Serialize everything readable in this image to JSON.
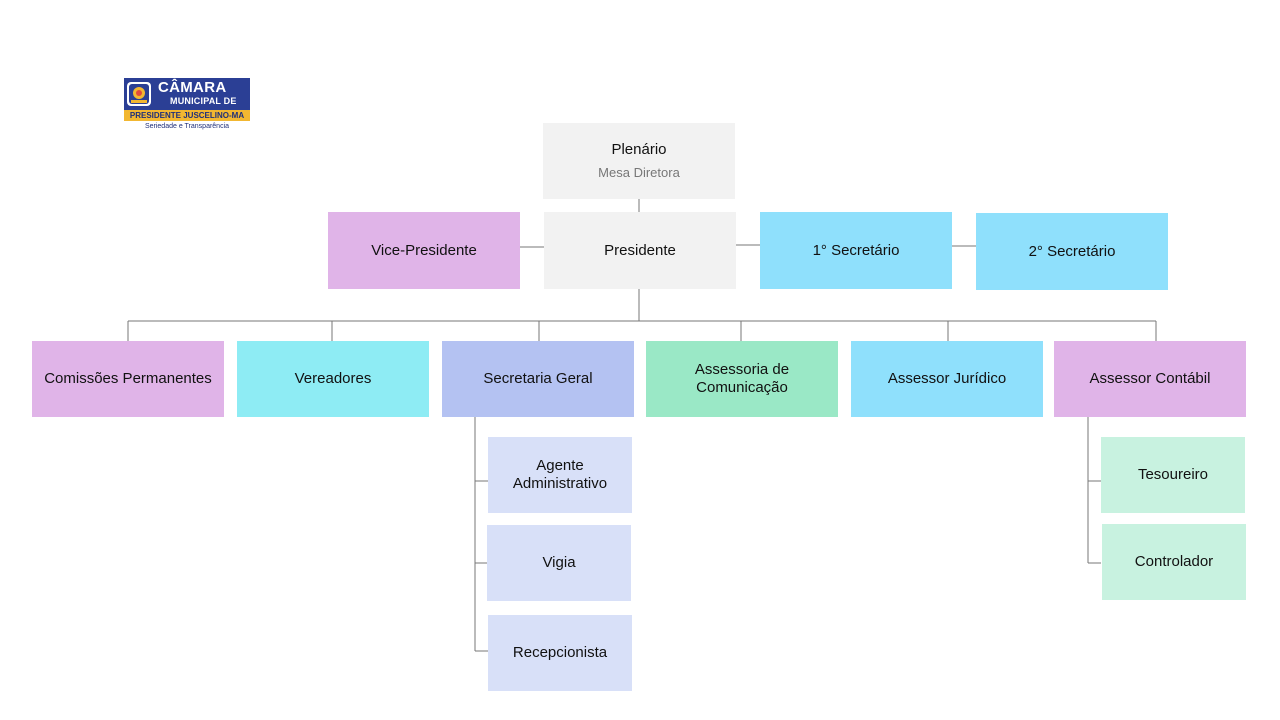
{
  "logo": {
    "line1": "CÂMARA",
    "line2": "MUNICIPAL DE",
    "band": "PRESIDENTE JUSCELINO-MA",
    "slogan": "Seriedade e Transparência",
    "colors": {
      "primary": "#2b3f95",
      "accent": "#f2b731"
    }
  },
  "nodes": {
    "plenario": {
      "label": "Plenário",
      "sub": "Mesa Diretora"
    },
    "vice_presidente": {
      "label": "Vice-Presidente"
    },
    "presidente": {
      "label": "Presidente"
    },
    "secretario1": {
      "label": "1° Secretário"
    },
    "secretario2": {
      "label": "2° Secretário"
    },
    "comissoes": {
      "label": "Comissões Permanentes"
    },
    "vereadores": {
      "label": "Vereadores"
    },
    "secretaria_geral": {
      "label": "Secretaria Geral"
    },
    "assessoria_com": {
      "label": "Assessoria de Comunicação"
    },
    "assessor_juridico": {
      "label": "Assessor Jurídico"
    },
    "assessor_contabil": {
      "label": "Assessor Contábil"
    },
    "agente_adm": {
      "label": "Agente Administrativo"
    },
    "vigia": {
      "label": "Vigia"
    },
    "recepcionista": {
      "label": "Recepcionista"
    },
    "tesoureiro": {
      "label": "Tesoureiro"
    },
    "controlador": {
      "label": "Controlador"
    }
  },
  "colors": {
    "gray": "#f2f2f2",
    "pink": "#e0b4e8",
    "blue": "#8fe0fc",
    "cyan": "#8eecf4",
    "lavender": "#b4c2f2",
    "green": "#9ae8c6",
    "light_lavender": "#d8e0f8",
    "light_green": "#c8f2e0",
    "line": "#777777"
  }
}
